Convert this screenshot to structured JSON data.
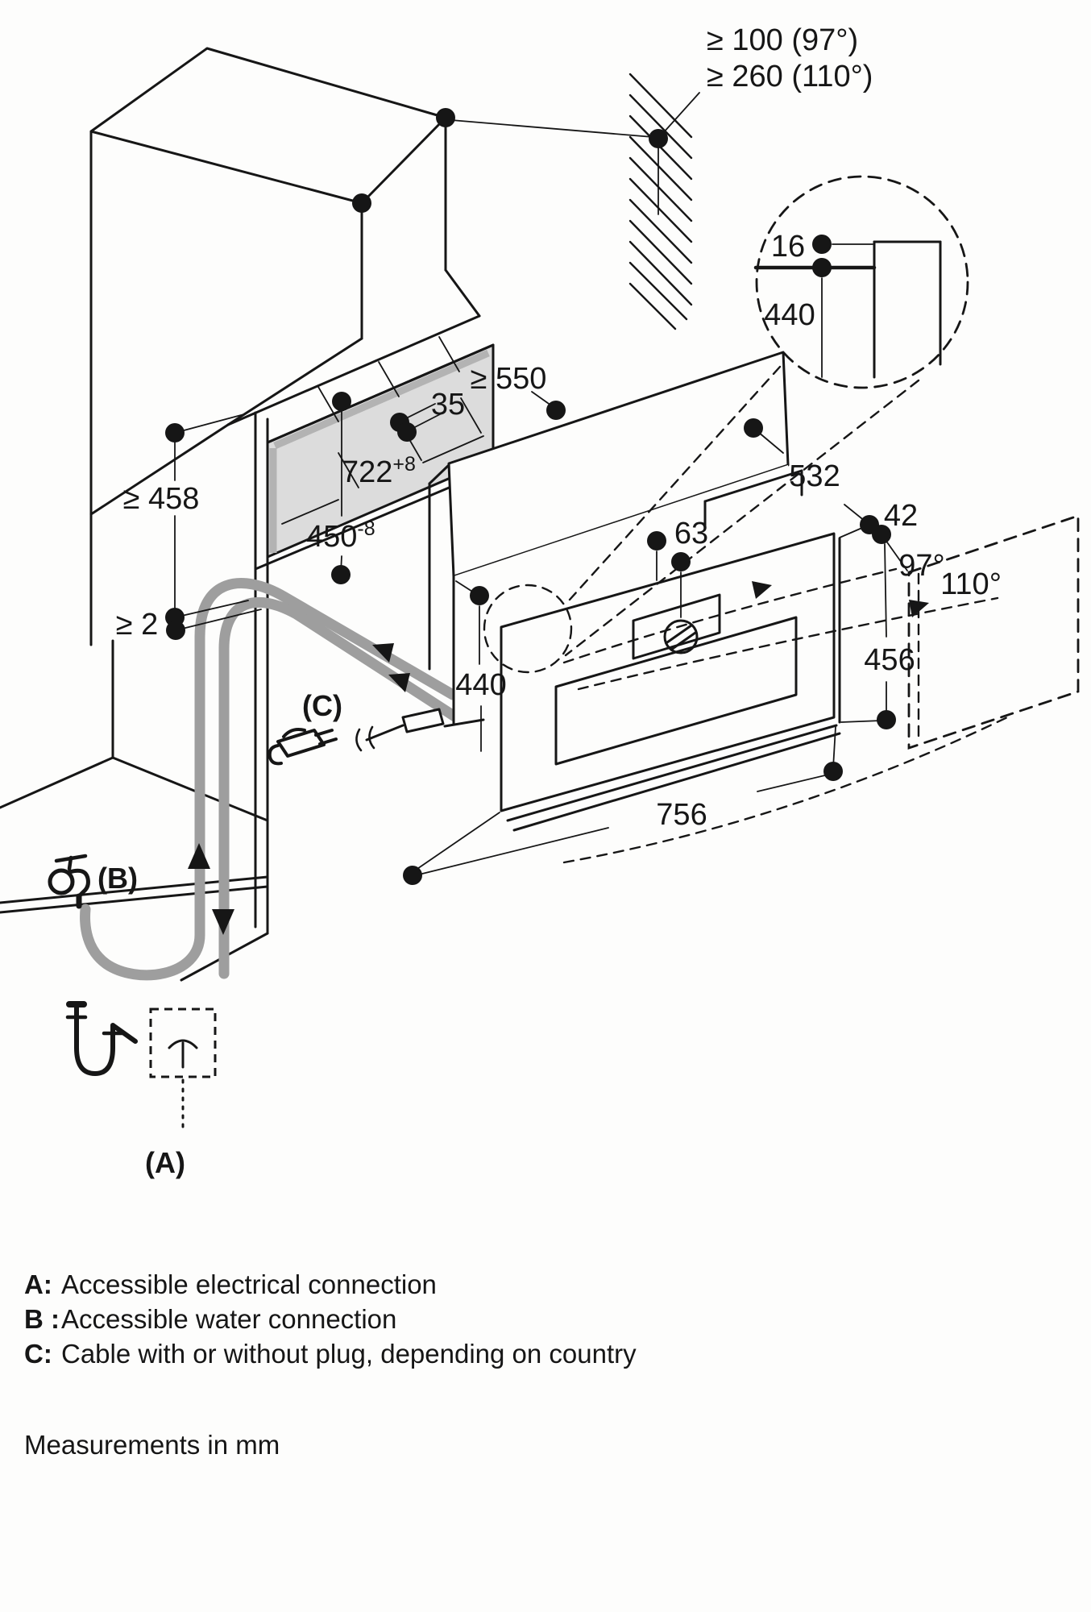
{
  "diagram": {
    "wall_clearance": {
      "line1": "≥ 100 (97°)",
      "line2": "≥ 260 (110°)"
    },
    "detail_circle": {
      "gap": "16",
      "height": "440"
    },
    "cabinet": {
      "depth": "≥ 550",
      "recess": "35",
      "niche_width": "722",
      "niche_width_tol": "+8",
      "niche_height": "450",
      "niche_height_tol": "-8",
      "clearance_below": "≥ 458",
      "gap": "≥ 2"
    },
    "appliance": {
      "depth": "532",
      "front_offset": "42",
      "knob_offset": "63",
      "angle_small": "97°",
      "angle_large": "110°",
      "height": "440",
      "door_height": "456",
      "width": "756"
    },
    "markers": {
      "a": "(A)",
      "b": "(B)",
      "c": "(C)"
    },
    "icons": [
      "water-tap-icon",
      "drain-siphon-icon",
      "power-plug-icon",
      "electrical-socket-icon"
    ],
    "style": {
      "line_color": "#161616",
      "niche_fill": "#dcdcdc",
      "hose_color": "#9e9e9e"
    }
  },
  "legend": {
    "items": [
      {
        "key": "A:",
        "text": "Accessible electrical connection"
      },
      {
        "key": "B :",
        "text": "Accessible water connection"
      },
      {
        "key": "C:",
        "text": "Cable with or without plug, depending on country"
      }
    ],
    "note": "Measurements in mm"
  }
}
